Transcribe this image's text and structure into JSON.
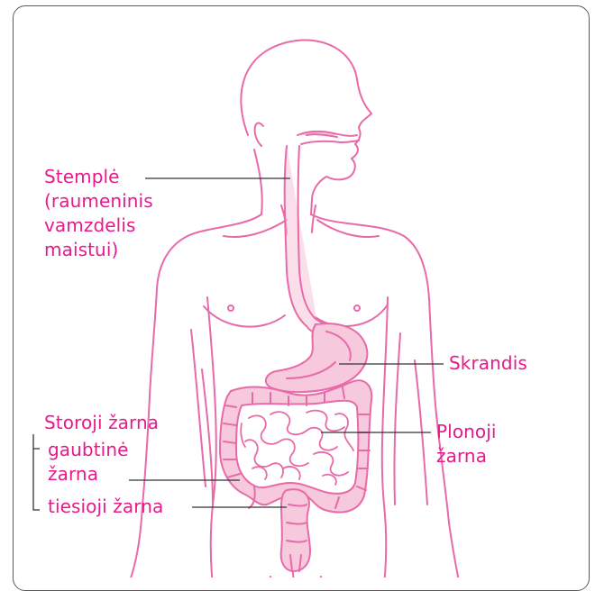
{
  "colors": {
    "accent": "#e8198b",
    "outline": "#e86aa8",
    "fill": "#f7c9dd",
    "leader": "#333333",
    "frame": "#5a5a5a"
  },
  "labels": {
    "esophagus": [
      "Stemplė",
      "(raumeninis",
      "vamzdelis",
      "maistui)"
    ],
    "stomach": "Skrandis",
    "small_intestine": [
      "Plonoji",
      "žarna"
    ],
    "large_intestine": "Storoji žarna",
    "colon": [
      "gaubtinė",
      "žarna"
    ],
    "rectum": "tiesioji žarna"
  }
}
